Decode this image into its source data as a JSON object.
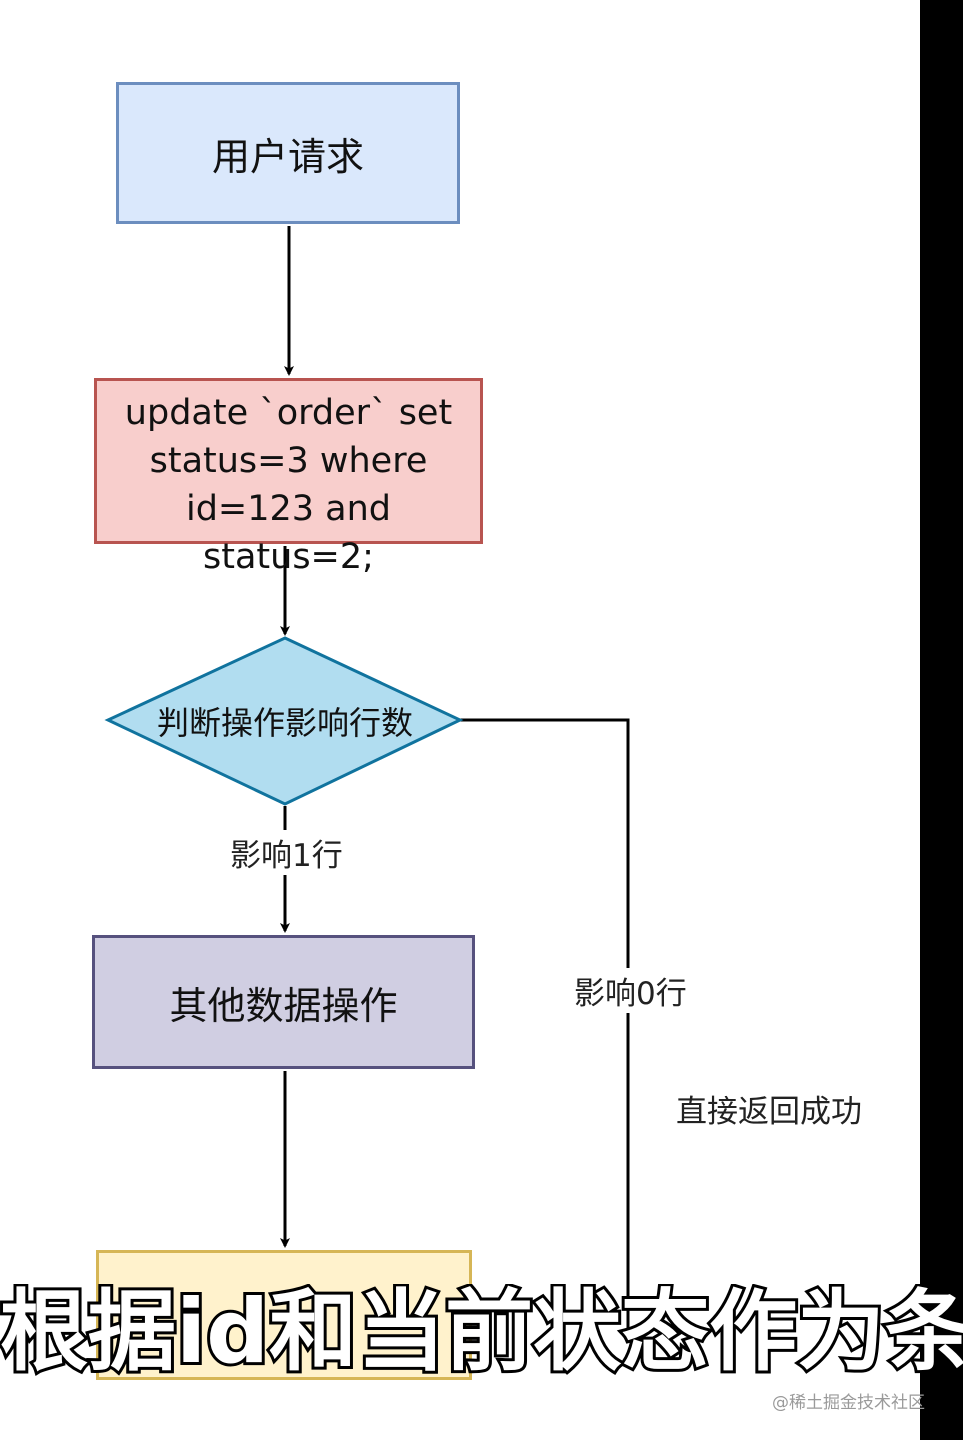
{
  "diagram": {
    "nodes": {
      "request": "用户请求",
      "sql": "update `order` set\nstatus=3 where\nid=123 and\nstatus=2;",
      "judge": "判断操作影响行数",
      "other": "其他数据操作",
      "bottom": ""
    },
    "edges": {
      "affected_one": "影响1行",
      "affected_zero": "影响0行",
      "return_success": "直接返回成功"
    }
  },
  "overlay": {
    "subtitle": "根据id和当前状态作为条件",
    "watermark": "@稀土掘金技术社区"
  },
  "colors": {
    "request_fill": "#dae8fc",
    "sql_fill": "#f8cecc",
    "judge_fill": "#b1ddf0",
    "other_fill": "#d0cee2",
    "bottom_fill": "#fff2cc"
  }
}
